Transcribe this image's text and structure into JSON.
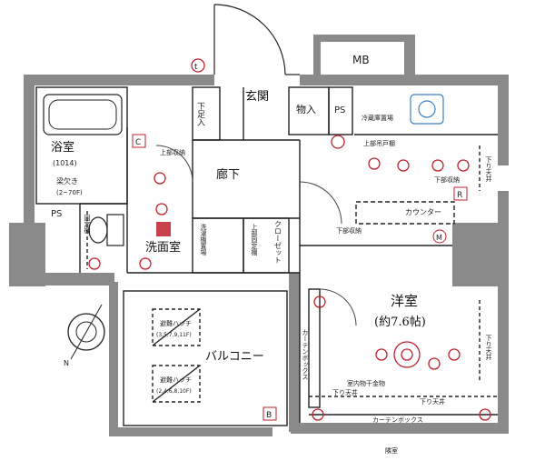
{
  "rooms": {
    "bath": "浴室",
    "bath_size": "(1014)",
    "beam": "梁欠き",
    "beam_size": "(2~70F)",
    "entrance": "玄関",
    "hallway": "廊下",
    "washroom": "洗面室",
    "western_room": "洋室",
    "western_room_size": "(約7.6帖)",
    "balcony": "バルコニー",
    "storage": "物入",
    "ps_top": "PS",
    "ps_left": "PS",
    "mb": "MB",
    "shoe_box": "下足入",
    "closet": "クローゼット"
  },
  "annotations": {
    "upper_storage_1": "上部収納",
    "upper_cabinet": "上部吊戸棚",
    "fridge": "冷蔵庫置場",
    "lower_ceiling_1": "下り天井",
    "lower_storage_1": "下部収納",
    "counter": "カウンター",
    "lower_storage_2": "下部収納",
    "fixed_shelf": "固定棚",
    "washer": "洗濯機置場",
    "upper_fixed_shelf": "上部固定棚",
    "curtain_box_1": "カーテンボックス",
    "indoor_dryer": "室内物干金物",
    "lower_ceiling_2": "下り天井",
    "lower_ceiling_3": "下り天井",
    "lower_ceiling_4": "下り天井",
    "curtain_box_2": "カーテンボックス",
    "hatch_1": "避難ハッチ",
    "hatch_1_floors": "(3,5,7,9,11F)",
    "hatch_2": "避難ハッチ",
    "hatch_2_floors": "(2,4,6,8,10F)",
    "neighbor": "隣室"
  },
  "symbols": {
    "t": "t",
    "c": "C",
    "r": "R",
    "m": "M",
    "b": "B",
    "north_label": "N"
  },
  "colors": {
    "wall": "#8a8a8a",
    "line": "#222222",
    "accent": "#c0202a",
    "fixture": "#3a7fc0"
  }
}
